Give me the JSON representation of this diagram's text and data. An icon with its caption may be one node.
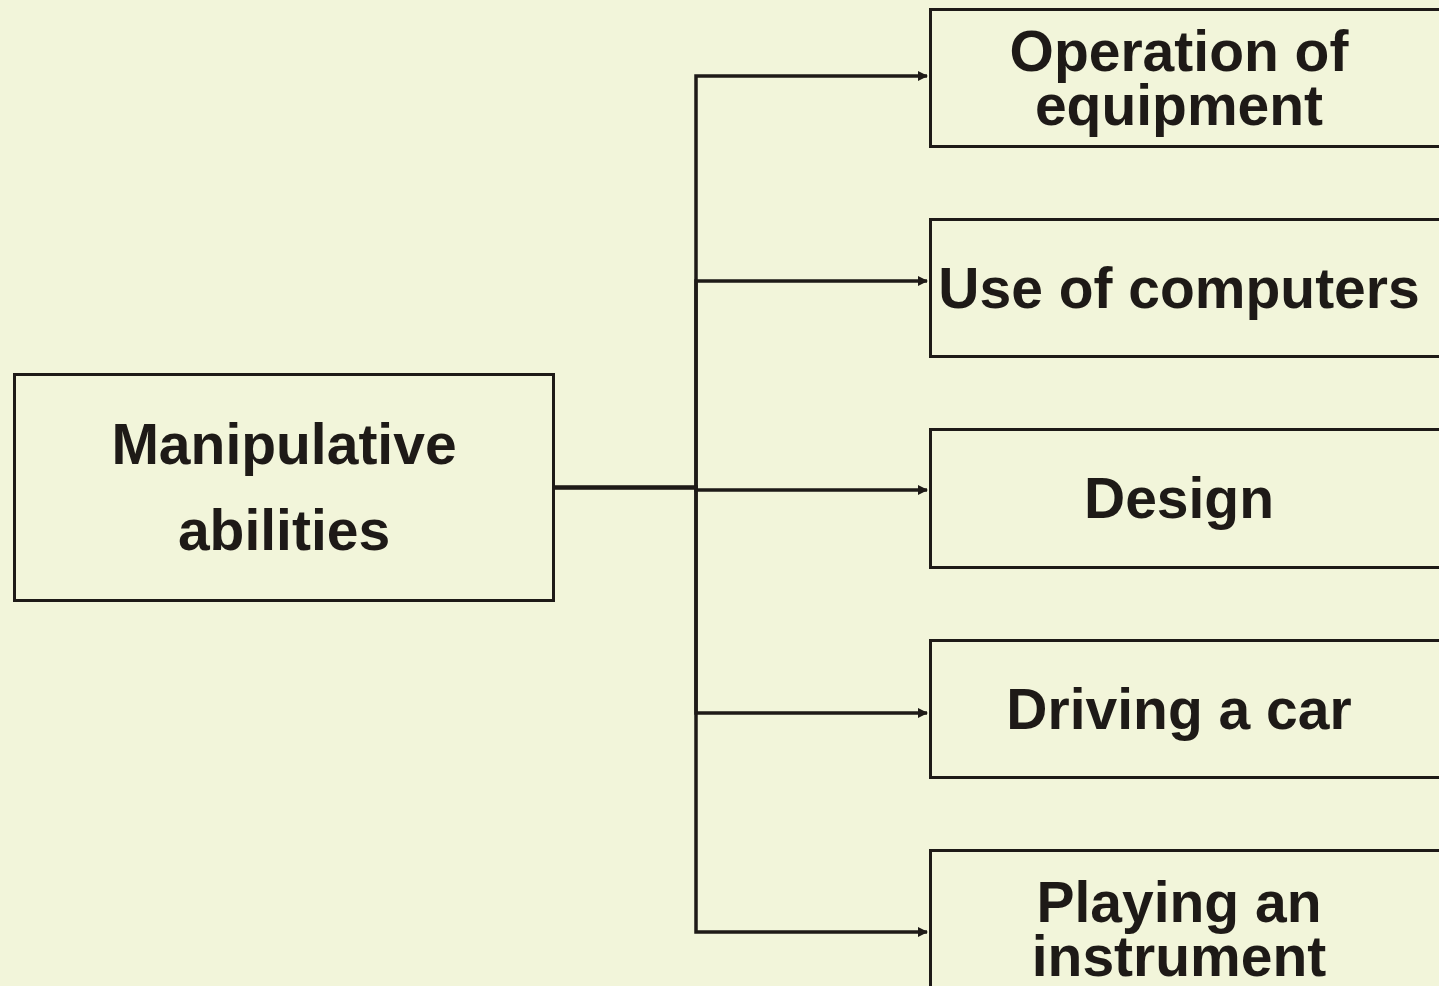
{
  "diagram": {
    "nodes": [
      {
        "text": [
          "Manipulative abilities"
        ]
      },
      {
        "text": [
          "Operation of equipment"
        ]
      },
      {
        "text": [
          "Use of computers"
        ]
      },
      {
        "text": [
          "Design"
        ]
      },
      {
        "text": [
          "Driving a car"
        ]
      },
      {
        "text": [
          "Playing an instrument"
        ]
      }
    ],
    "edges": [
      {
        "from": 0,
        "to": 1,
        "arrow": "to"
      },
      {
        "from": 0,
        "to": 2,
        "arrow": "to"
      },
      {
        "from": 0,
        "to": 3,
        "arrow": "to"
      },
      {
        "from": 0,
        "to": 4,
        "arrow": "to"
      },
      {
        "from": 0,
        "to": 5,
        "arrow": "to"
      }
    ]
  }
}
